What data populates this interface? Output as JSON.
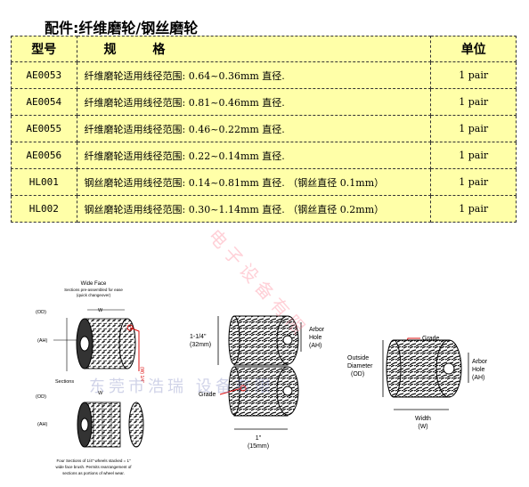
{
  "title": "配件:纤维磨轮/钢丝磨轮",
  "table": {
    "headers": {
      "model": "型号",
      "spec": "规 格",
      "unit": "单位"
    },
    "rows": [
      {
        "model": "AE0053",
        "spec": "纤维磨轮适用线径范围: 0.64~0.36mm 直径.",
        "unit": "1 pair"
      },
      {
        "model": "AE0054",
        "spec": "纤维磨轮适用线径范围: 0.81~0.46mm 直径.",
        "unit": "1 pair"
      },
      {
        "model": "AE0055",
        "spec": "纤维磨轮适用线径范围: 0.46~0.22mm 直径.",
        "unit": "1 pair"
      },
      {
        "model": "AE0056",
        "spec": "纤维磨轮适用线径范围: 0.22~0.14mm 直径.",
        "unit": "1 pair"
      },
      {
        "model": "HL001",
        "spec": "钢丝磨轮适用线径范围: 0.14~0.81mm 直径. （钢丝直径 0.1mm）",
        "unit": "1 pair"
      },
      {
        "model": "HL002",
        "spec": "钢丝磨轮适用线径范围: 0.30~1.14mm 直径. （钢丝直径 0.2mm）",
        "unit": "1 pair"
      }
    ]
  },
  "watermark": {
    "diagonal": "电子设备有限",
    "horizontal": "东莞市浩瑞 设备有限"
  },
  "fig1": {
    "wide_face": "Wide Face",
    "wide_face_sub1": "Sections pre-assembled for ease",
    "wide_face_sub2": "(quick changeover)",
    "od": "(OD)",
    "w": "W",
    "ah": "(AH)",
    "sections": "Sections",
    "od2": "(OD)",
    "ah2": "(AH)",
    "w2": "W",
    "side_label": "(W) 1/4\"",
    "caption1": "Four Sections of 1/4\" wheels stacked = 1\"",
    "caption2": "wide face brush. Permits rearrangement of",
    "caption3": "sections as portions of wheel wear."
  },
  "fig2": {
    "height": "1-1/4\"",
    "height_mm": "(32mm)",
    "arbor": "Arbor",
    "hole": "Hole",
    "ah": "(AH)",
    "grade": "Grade",
    "width": "1\"",
    "width_mm": "(15mm)"
  },
  "fig3": {
    "grade": "Grade",
    "outside": "Outside",
    "diameter": "Diameter",
    "od": "(OD)",
    "arbor": "Arbor",
    "hole": "Hole",
    "ah": "(AH)",
    "width": "Width",
    "w": "(W)"
  }
}
